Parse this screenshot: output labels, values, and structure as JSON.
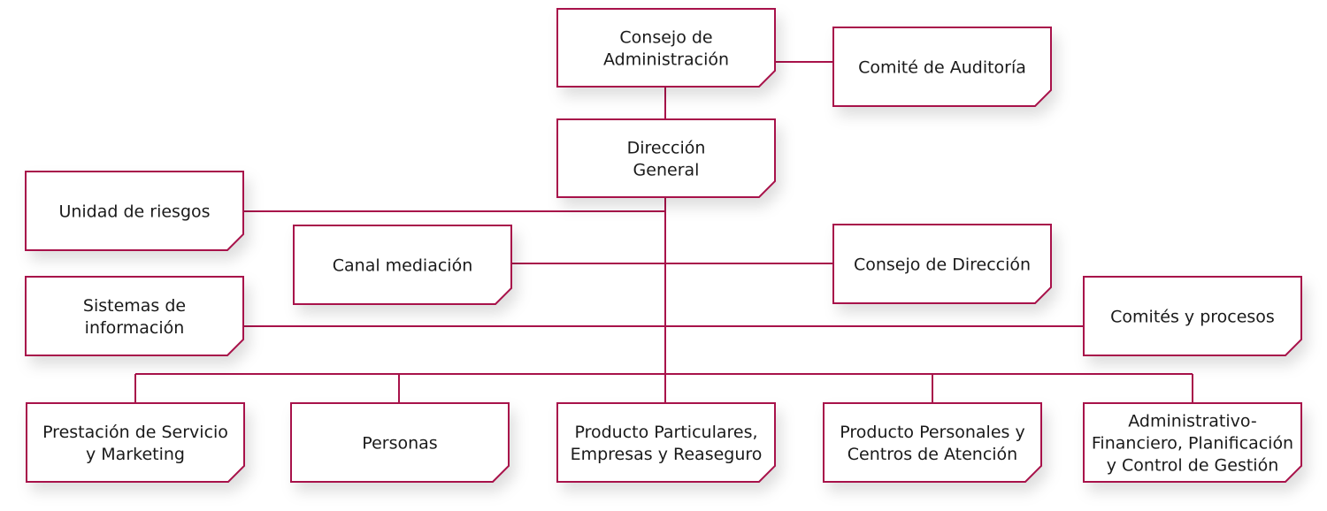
{
  "colors": {
    "accent": "#a8124a",
    "text": "#1a1a1a",
    "box_fill": "#ffffff"
  },
  "nodes": [
    {
      "id": "consejo-administracion",
      "lines": [
        "Consejo de",
        "Administración"
      ]
    },
    {
      "id": "comite-auditoria",
      "lines": [
        "Comité de Auditoría"
      ]
    },
    {
      "id": "direccion-general",
      "lines": [
        "Dirección",
        "General"
      ]
    },
    {
      "id": "unidad-riesgos",
      "lines": [
        "Unidad de riesgos"
      ]
    },
    {
      "id": "canal-mediacion",
      "lines": [
        "Canal mediación"
      ]
    },
    {
      "id": "consejo-direccion",
      "lines": [
        "Consejo de Dirección"
      ]
    },
    {
      "id": "sistemas-informacion",
      "lines": [
        "Sistemas de",
        "información"
      ]
    },
    {
      "id": "comites-procesos",
      "lines": [
        "Comités y procesos"
      ]
    },
    {
      "id": "prestacion-servicio-marketing",
      "lines": [
        "Prestación de Servicio",
        "y Marketing"
      ]
    },
    {
      "id": "personas",
      "lines": [
        "Personas"
      ]
    },
    {
      "id": "producto-particulares",
      "lines": [
        "Producto Particulares,",
        "Empresas y Reaseguro"
      ]
    },
    {
      "id": "producto-personales",
      "lines": [
        "Producto Personales y",
        "Centros de Atención"
      ]
    },
    {
      "id": "administrativo-financiero",
      "lines": [
        "Administrativo-",
        "Financiero, Planificación",
        "y Control de Gestión"
      ]
    }
  ],
  "edges": [
    {
      "from": "consejo-administracion",
      "to": "comite-auditoria"
    },
    {
      "from": "consejo-administracion",
      "to": "direccion-general"
    },
    {
      "from": "direccion-general",
      "to": "unidad-riesgos"
    },
    {
      "from": "direccion-general",
      "to": "canal-mediacion"
    },
    {
      "from": "direccion-general",
      "to": "consejo-direccion"
    },
    {
      "from": "direccion-general",
      "to": "sistemas-informacion"
    },
    {
      "from": "direccion-general",
      "to": "comites-procesos"
    },
    {
      "from": "direccion-general",
      "to": "prestacion-servicio-marketing"
    },
    {
      "from": "direccion-general",
      "to": "personas"
    },
    {
      "from": "direccion-general",
      "to": "producto-particulares"
    },
    {
      "from": "direccion-general",
      "to": "producto-personales"
    },
    {
      "from": "direccion-general",
      "to": "administrativo-financiero"
    }
  ]
}
